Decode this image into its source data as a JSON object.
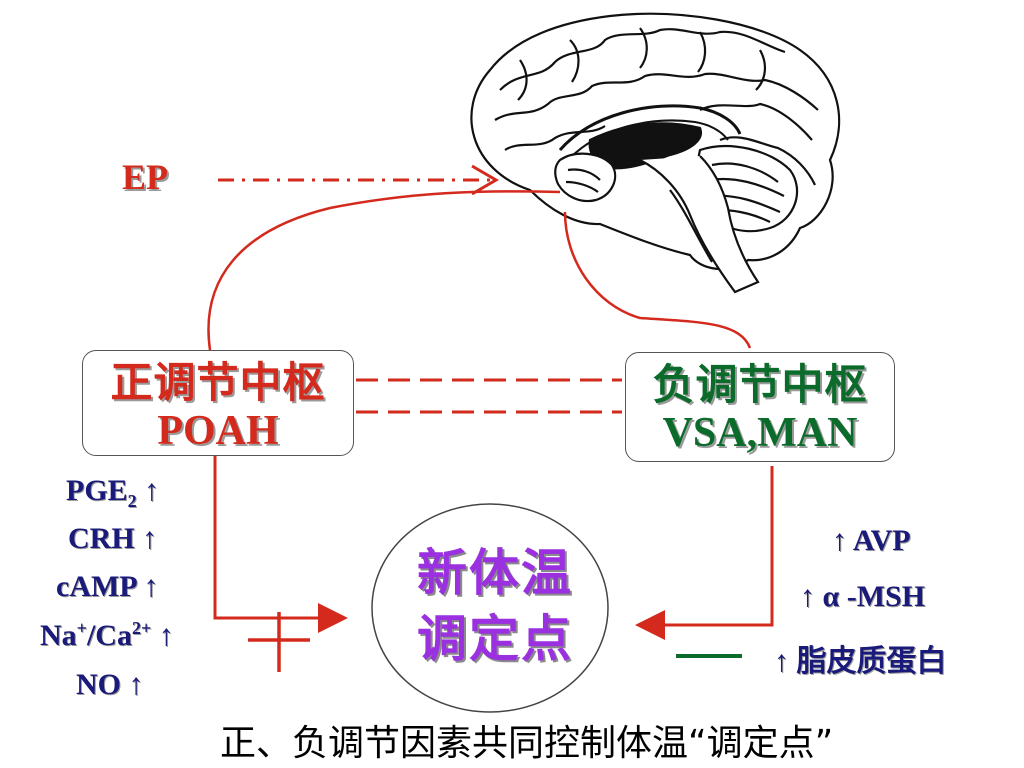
{
  "ep_label": "EP",
  "positive_center": {
    "title": "正调节中枢",
    "abbr": "POAH"
  },
  "negative_center": {
    "title": "负调节中枢",
    "abbr": "VSA,MAN"
  },
  "set_point": {
    "line1": "新体温",
    "line2": "调定点"
  },
  "positive_factors": [
    {
      "text": "PGE",
      "sub": "2",
      "tail": " ↑"
    },
    {
      "text": "CRH ↑"
    },
    {
      "text": "cAMP ↑"
    },
    {
      "text": "Na",
      "sup1": "+",
      "mid": "/Ca",
      "sup2": "2+",
      "tail": " ↑"
    },
    {
      "text": "NO  ↑"
    }
  ],
  "negative_factors": [
    "↑ AVP",
    "↑ α -MSH",
    "↑ 脂皮质蛋白"
  ],
  "positive_symbol": "+",
  "negative_symbol": "—",
  "caption": "正、负调节因素共同控制体温“调定点”",
  "colors": {
    "red": "#d42a1e",
    "green": "#0b6b2a",
    "purple": "#9b30e0",
    "navy": "#1a1a7a"
  },
  "icons": [
    "brain-icon"
  ]
}
